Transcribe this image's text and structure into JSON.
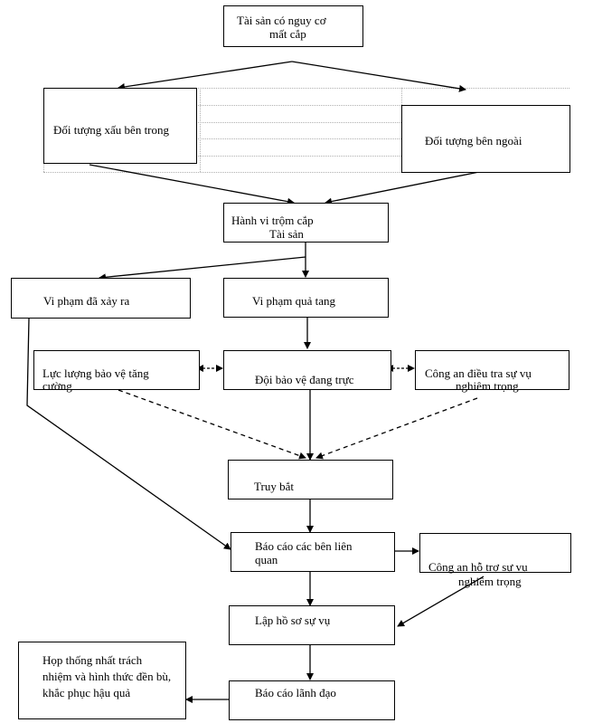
{
  "nodes": {
    "asset": {
      "line1": "Tài sản có nguy cơ",
      "line2": "mất cắp"
    },
    "inside": {
      "label": "Đối tượng xấu bên trong"
    },
    "outside": {
      "label": "Đối tượng bên ngoài"
    },
    "theft": {
      "line1": "Hành vi trộm cắp",
      "line2": "Tài sản"
    },
    "occurred": {
      "label": "Vi phạm đã xảy ra"
    },
    "caught": {
      "label": "Vi phạm quả tang"
    },
    "reinforce": {
      "line1": "Lực lượng bảo vệ tăng",
      "line2": "cường"
    },
    "guard": {
      "label": "Đội bảo vệ đang trực"
    },
    "police_investigate": {
      "line1": "Công an điều tra sự vụ",
      "line2": "nghiêm trọng"
    },
    "pursuit": {
      "label": "Truy bắt"
    },
    "report_parties": {
      "line1": "Báo cáo các bên liên",
      "line2": "quan"
    },
    "police_support": {
      "line1": "Công an hỗ trợ sự vụ",
      "line2": "nghiêm trọng"
    },
    "case_file": {
      "label": "Lập hồ sơ sự vụ"
    },
    "report_leader": {
      "label": "Báo cáo lãnh đạo"
    },
    "meeting": {
      "line1": "Họp thống nhất trách",
      "line2": "nhiệm và hình thức đền bù,",
      "line3": "khắc phục hậu quả"
    }
  }
}
